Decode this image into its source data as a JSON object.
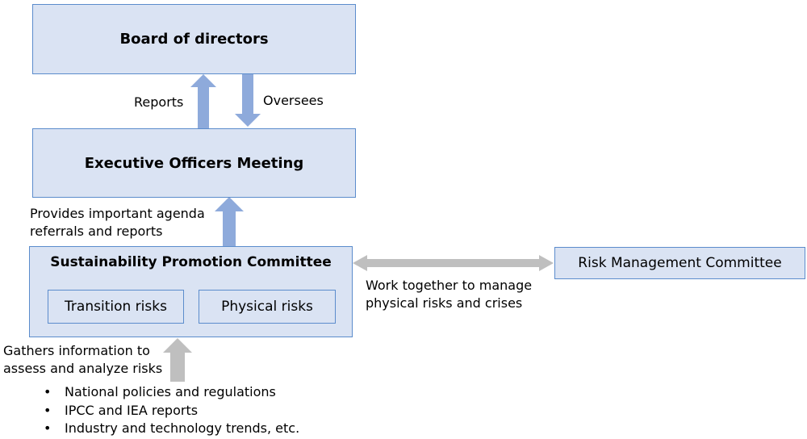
{
  "board": {
    "title": "Board of directors"
  },
  "executive": {
    "title": "Executive Officers Meeting"
  },
  "sustainability": {
    "title": "Sustainability Promotion Committee",
    "transition": "Transition risks",
    "physical": "Physical risks"
  },
  "risk_committee": {
    "title": "Risk Management Committee"
  },
  "labels": {
    "reports": "Reports",
    "oversees": "Oversees",
    "provides_line1": "Provides important agenda",
    "provides_line2": "referrals and reports",
    "work_line1": "Work together to manage",
    "work_line2": "physical risks and crises",
    "gathers_line1": "Gathers information to",
    "gathers_line2": "assess and analyze risks"
  },
  "sources": [
    "National policies and regulations",
    "IPCC and IEA reports",
    "Industry and technology trends, etc."
  ],
  "colors": {
    "box_fill": "#dae3f3",
    "box_border": "#5b8ccc",
    "blue_arrow": "#8eaadb",
    "gray_arrow": "#bfbfbf"
  }
}
